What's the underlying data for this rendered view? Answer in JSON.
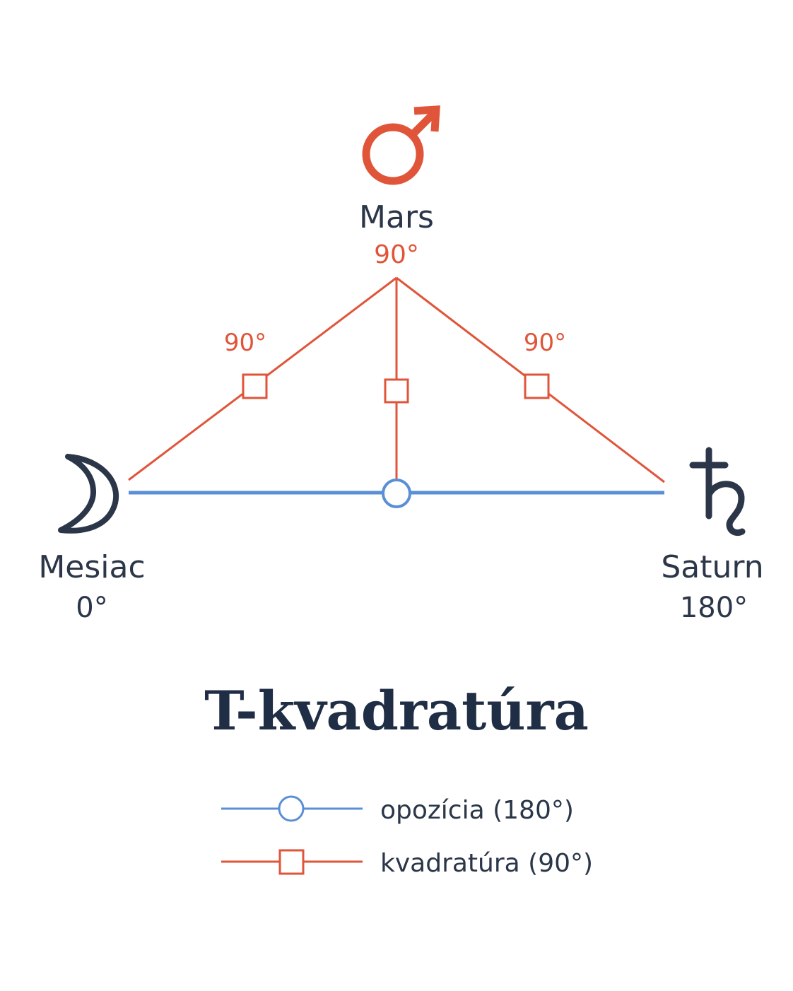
{
  "colors": {
    "opposition": "#5a8fd6",
    "square": "#e0553a",
    "ink": "#2b3648",
    "title": "#1f2d45"
  },
  "planets": {
    "mars": {
      "name": "Mars",
      "degree": "90°",
      "icon": "mars-symbol-icon"
    },
    "moon": {
      "name": "Mesiac",
      "degree": "0°",
      "icon": "moon-crescent-icon"
    },
    "saturn": {
      "name": "Saturn",
      "degree": "180°",
      "icon": "saturn-symbol-icon"
    }
  },
  "aspects": {
    "left_square_label": "90°",
    "right_square_label": "90°"
  },
  "title": "T-kvadratúra",
  "legend": {
    "opposition": "opozícia (180°)",
    "square": "kvadratúra (90°)"
  }
}
